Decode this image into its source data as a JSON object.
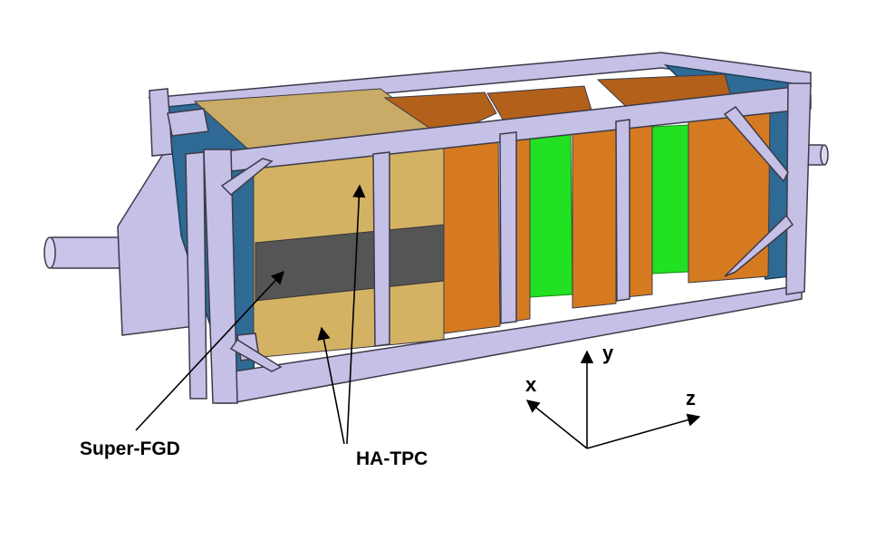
{
  "labels": {
    "super_fgd": "Super-FGD",
    "ha_tpc": "HA-TPC"
  },
  "axes": {
    "x": "x",
    "y": "y",
    "z": "z"
  },
  "colors": {
    "frame": "#c4c0e6",
    "frame_stroke": "#3c3a48",
    "blue_panel": "#2e6a94",
    "tan": "#d4b264",
    "tan_top": "#c9aa66",
    "dark_band": "#555555",
    "orange": "#d67a22",
    "orange_dark": "#b3601a",
    "green": "#22e022",
    "pipe": "#c8c4ea"
  }
}
